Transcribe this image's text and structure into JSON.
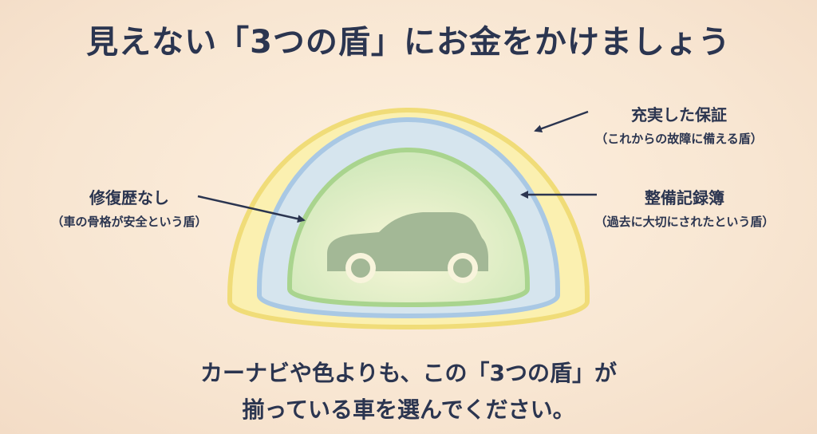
{
  "title": "見えない「3つの盾」にお金をかけましょう",
  "shields": {
    "outer": {
      "name": "充実した保証",
      "desc": "（これからの故障に備える盾）",
      "fill": "#fbf0b0",
      "stroke": "#f0dc78"
    },
    "middle": {
      "name": "整備記録簿",
      "desc": "（過去に大切にされたという盾）",
      "fill": "#d6e5ee",
      "stroke": "#a9c8e4"
    },
    "inner": {
      "name": "修復歴なし",
      "desc": "（車の骨格が安全という盾）",
      "fill": "#d6ebc0",
      "stroke": "#a9d48e"
    }
  },
  "car": {
    "icon": "car-icon",
    "color": "#a3b896"
  },
  "message": {
    "line1": "カーナビや色よりも、この「3つの盾」が",
    "line2": "揃っている車を選んでください。"
  },
  "text_color": "#2b3550"
}
